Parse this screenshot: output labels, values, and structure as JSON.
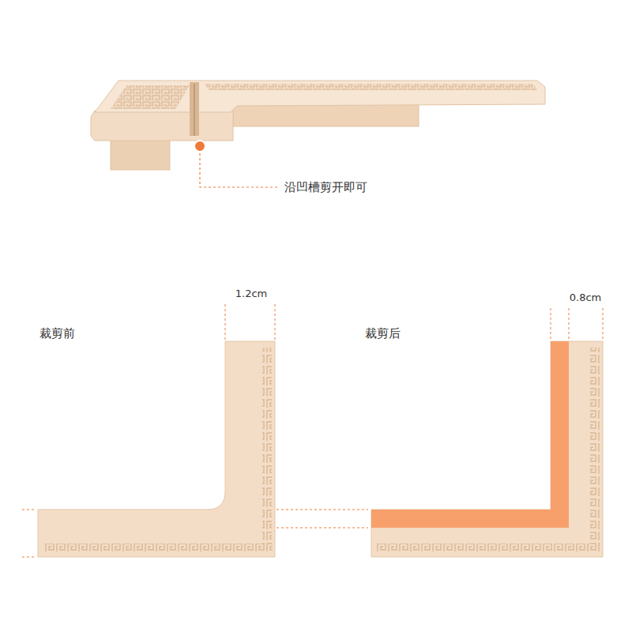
{
  "diagram": {
    "labels": [
      "沿凹槽剪开即可",
      "1.2cm",
      "裁剪前",
      "0.8cm",
      "裁剪后"
    ]
  }
}
